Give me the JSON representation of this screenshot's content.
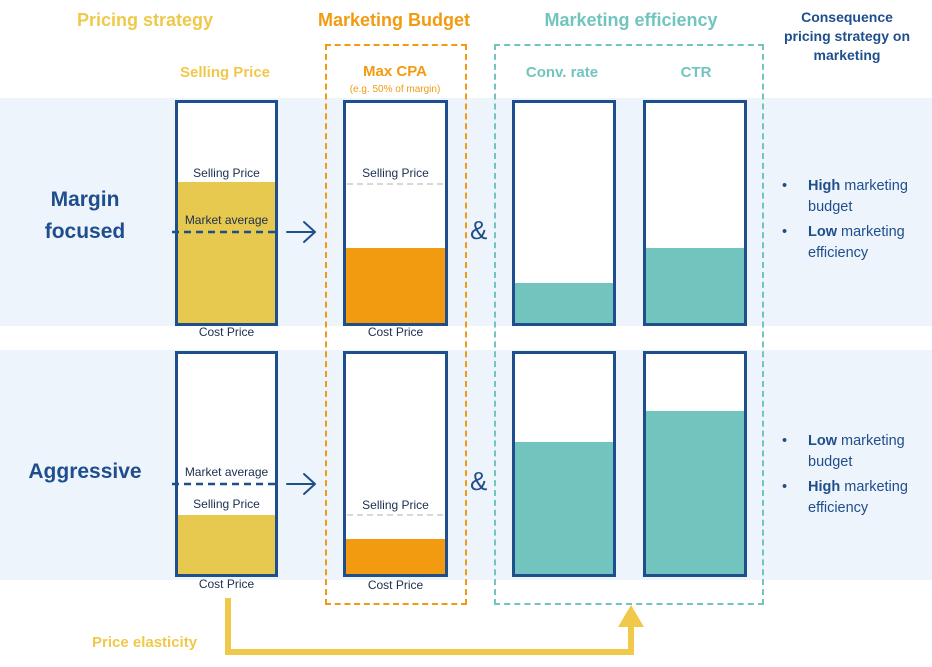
{
  "headers": {
    "pricing_strategy": "Pricing strategy",
    "marketing_budget": "Marketing Budget",
    "marketing_efficiency": "Marketing efficiency",
    "consequence_line1": "Consequence",
    "consequence_line2": "pricing strategy on",
    "consequence_line3": "marketing"
  },
  "columns": {
    "selling_price": "Selling Price",
    "max_cpa": "Max CPA",
    "max_cpa_note": "(e.g. 50% of margin)",
    "conv_rate": "Conv. rate",
    "ctr": "CTR"
  },
  "rows": [
    {
      "title_line1": "Margin",
      "title_line2": "focused",
      "price_box": {
        "selling_price_label": "Selling Price",
        "market_average_label": "Market average",
        "cost_price_label": "Cost Price",
        "fill_fraction": 0.64
      },
      "cpa_box": {
        "selling_price_label": "Selling Price",
        "cost_price_label": "Cost Price",
        "fill_fraction": 0.34
      },
      "ampersand": "&",
      "conv_rate_fill": 0.18,
      "ctr_fill": 0.34,
      "bullets": [
        {
          "strong": "High",
          "rest": " marketing",
          "line2": "budget"
        },
        {
          "strong": "Low",
          "rest": " marketing",
          "line2": "efficiency"
        }
      ]
    },
    {
      "title_line1": "Aggressive",
      "title_line2": "",
      "price_box": {
        "selling_price_label": "Selling Price",
        "market_average_label": "Market average",
        "cost_price_label": "Cost Price",
        "fill_fraction": 0.27
      },
      "cpa_box": {
        "selling_price_label": "Selling Price",
        "cost_price_label": "Cost Price",
        "fill_fraction": 0.16
      },
      "ampersand": "&",
      "conv_rate_fill": 0.6,
      "ctr_fill": 0.74,
      "bullets": [
        {
          "strong": "Low",
          "rest": " marketing",
          "line2": "budget"
        },
        {
          "strong": "High",
          "rest": " marketing",
          "line2": "efficiency"
        }
      ]
    }
  ],
  "footer": {
    "price_elasticity": "Price elasticity"
  },
  "colors": {
    "navy": "#1f4e8c",
    "yellow": "#e8c94f",
    "orange": "#f29b11",
    "teal": "#72c5bf",
    "band": "#eef4fb"
  }
}
